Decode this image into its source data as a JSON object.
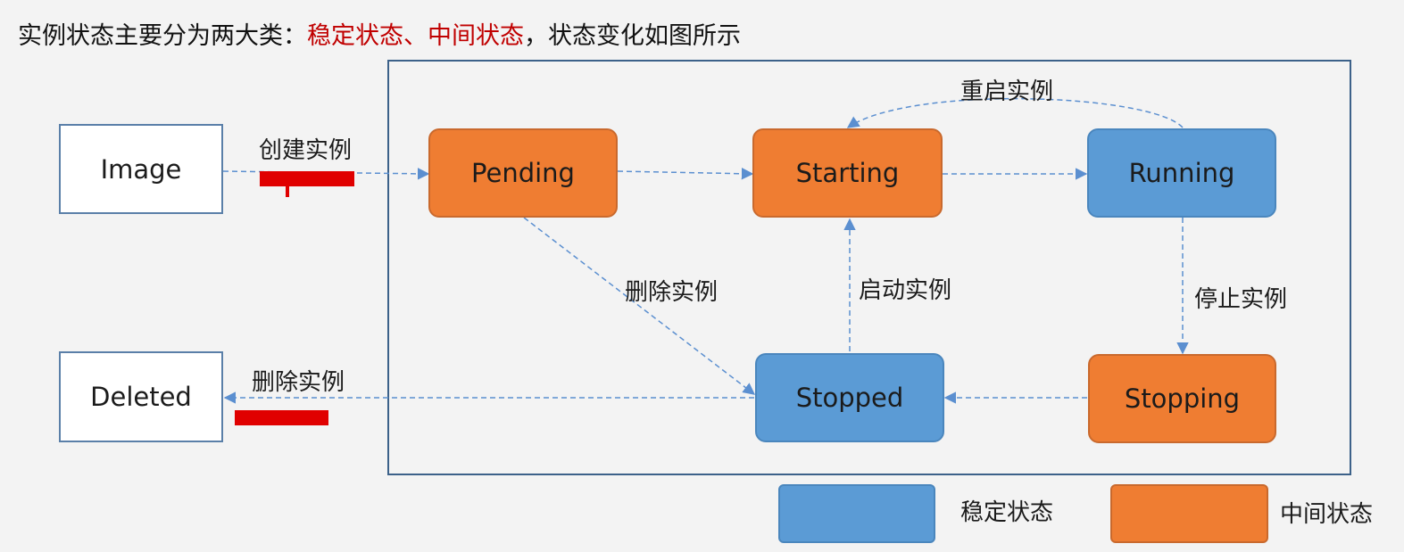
{
  "heading": {
    "prefix": "实例状态主要分为两大类：",
    "stable": "稳定状态",
    "sep": "、",
    "intermediate": "中间状态",
    "suffix": "，状态变化如图所示"
  },
  "nodes": {
    "image": "Image",
    "pending": "Pending",
    "starting": "Starting",
    "running": "Running",
    "stopped": "Stopped",
    "stopping": "Stopping",
    "deleted": "Deleted"
  },
  "edges": {
    "create": "创建实例",
    "restart": "重启实例",
    "delete_from_pending": "删除实例",
    "start": "启动实例",
    "stop": "停止实例",
    "delete_from_stopped": "删除实例"
  },
  "legend": {
    "stable": "稳定状态",
    "intermediate": "中间状态"
  },
  "colors": {
    "stable": "#5b9bd5",
    "intermediate": "#ef7d32",
    "highlight": "#c00000",
    "arrow": "#5b8fd0"
  }
}
